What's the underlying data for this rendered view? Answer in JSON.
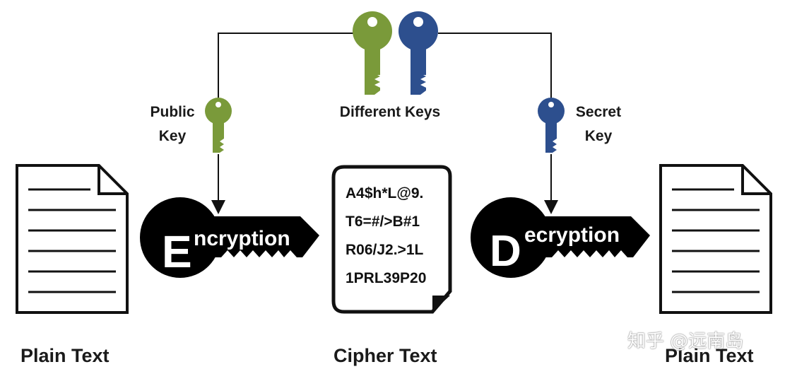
{
  "labels": {
    "public_key": [
      "Public",
      "Key"
    ],
    "different_keys": "Different Keys",
    "secret_key": [
      "Secret",
      "Key"
    ],
    "plain_text_left": "Plain Text",
    "cipher_text": "Cipher Text",
    "plain_text_right": "Plain Text"
  },
  "encryption": {
    "initial": "E",
    "rest": "ncryption"
  },
  "decryption": {
    "initial": "D",
    "rest": "ecryption"
  },
  "cipher_lines": [
    "A4$h*L@9.",
    "T6=#/>B#1",
    "R06/J2.>1L",
    "1PRL39P20"
  ],
  "watermark": "知乎 @远南岛",
  "colors": {
    "green_key": "#7a9a3a",
    "blue_key": "#2d4f8e",
    "black": "#000000"
  }
}
